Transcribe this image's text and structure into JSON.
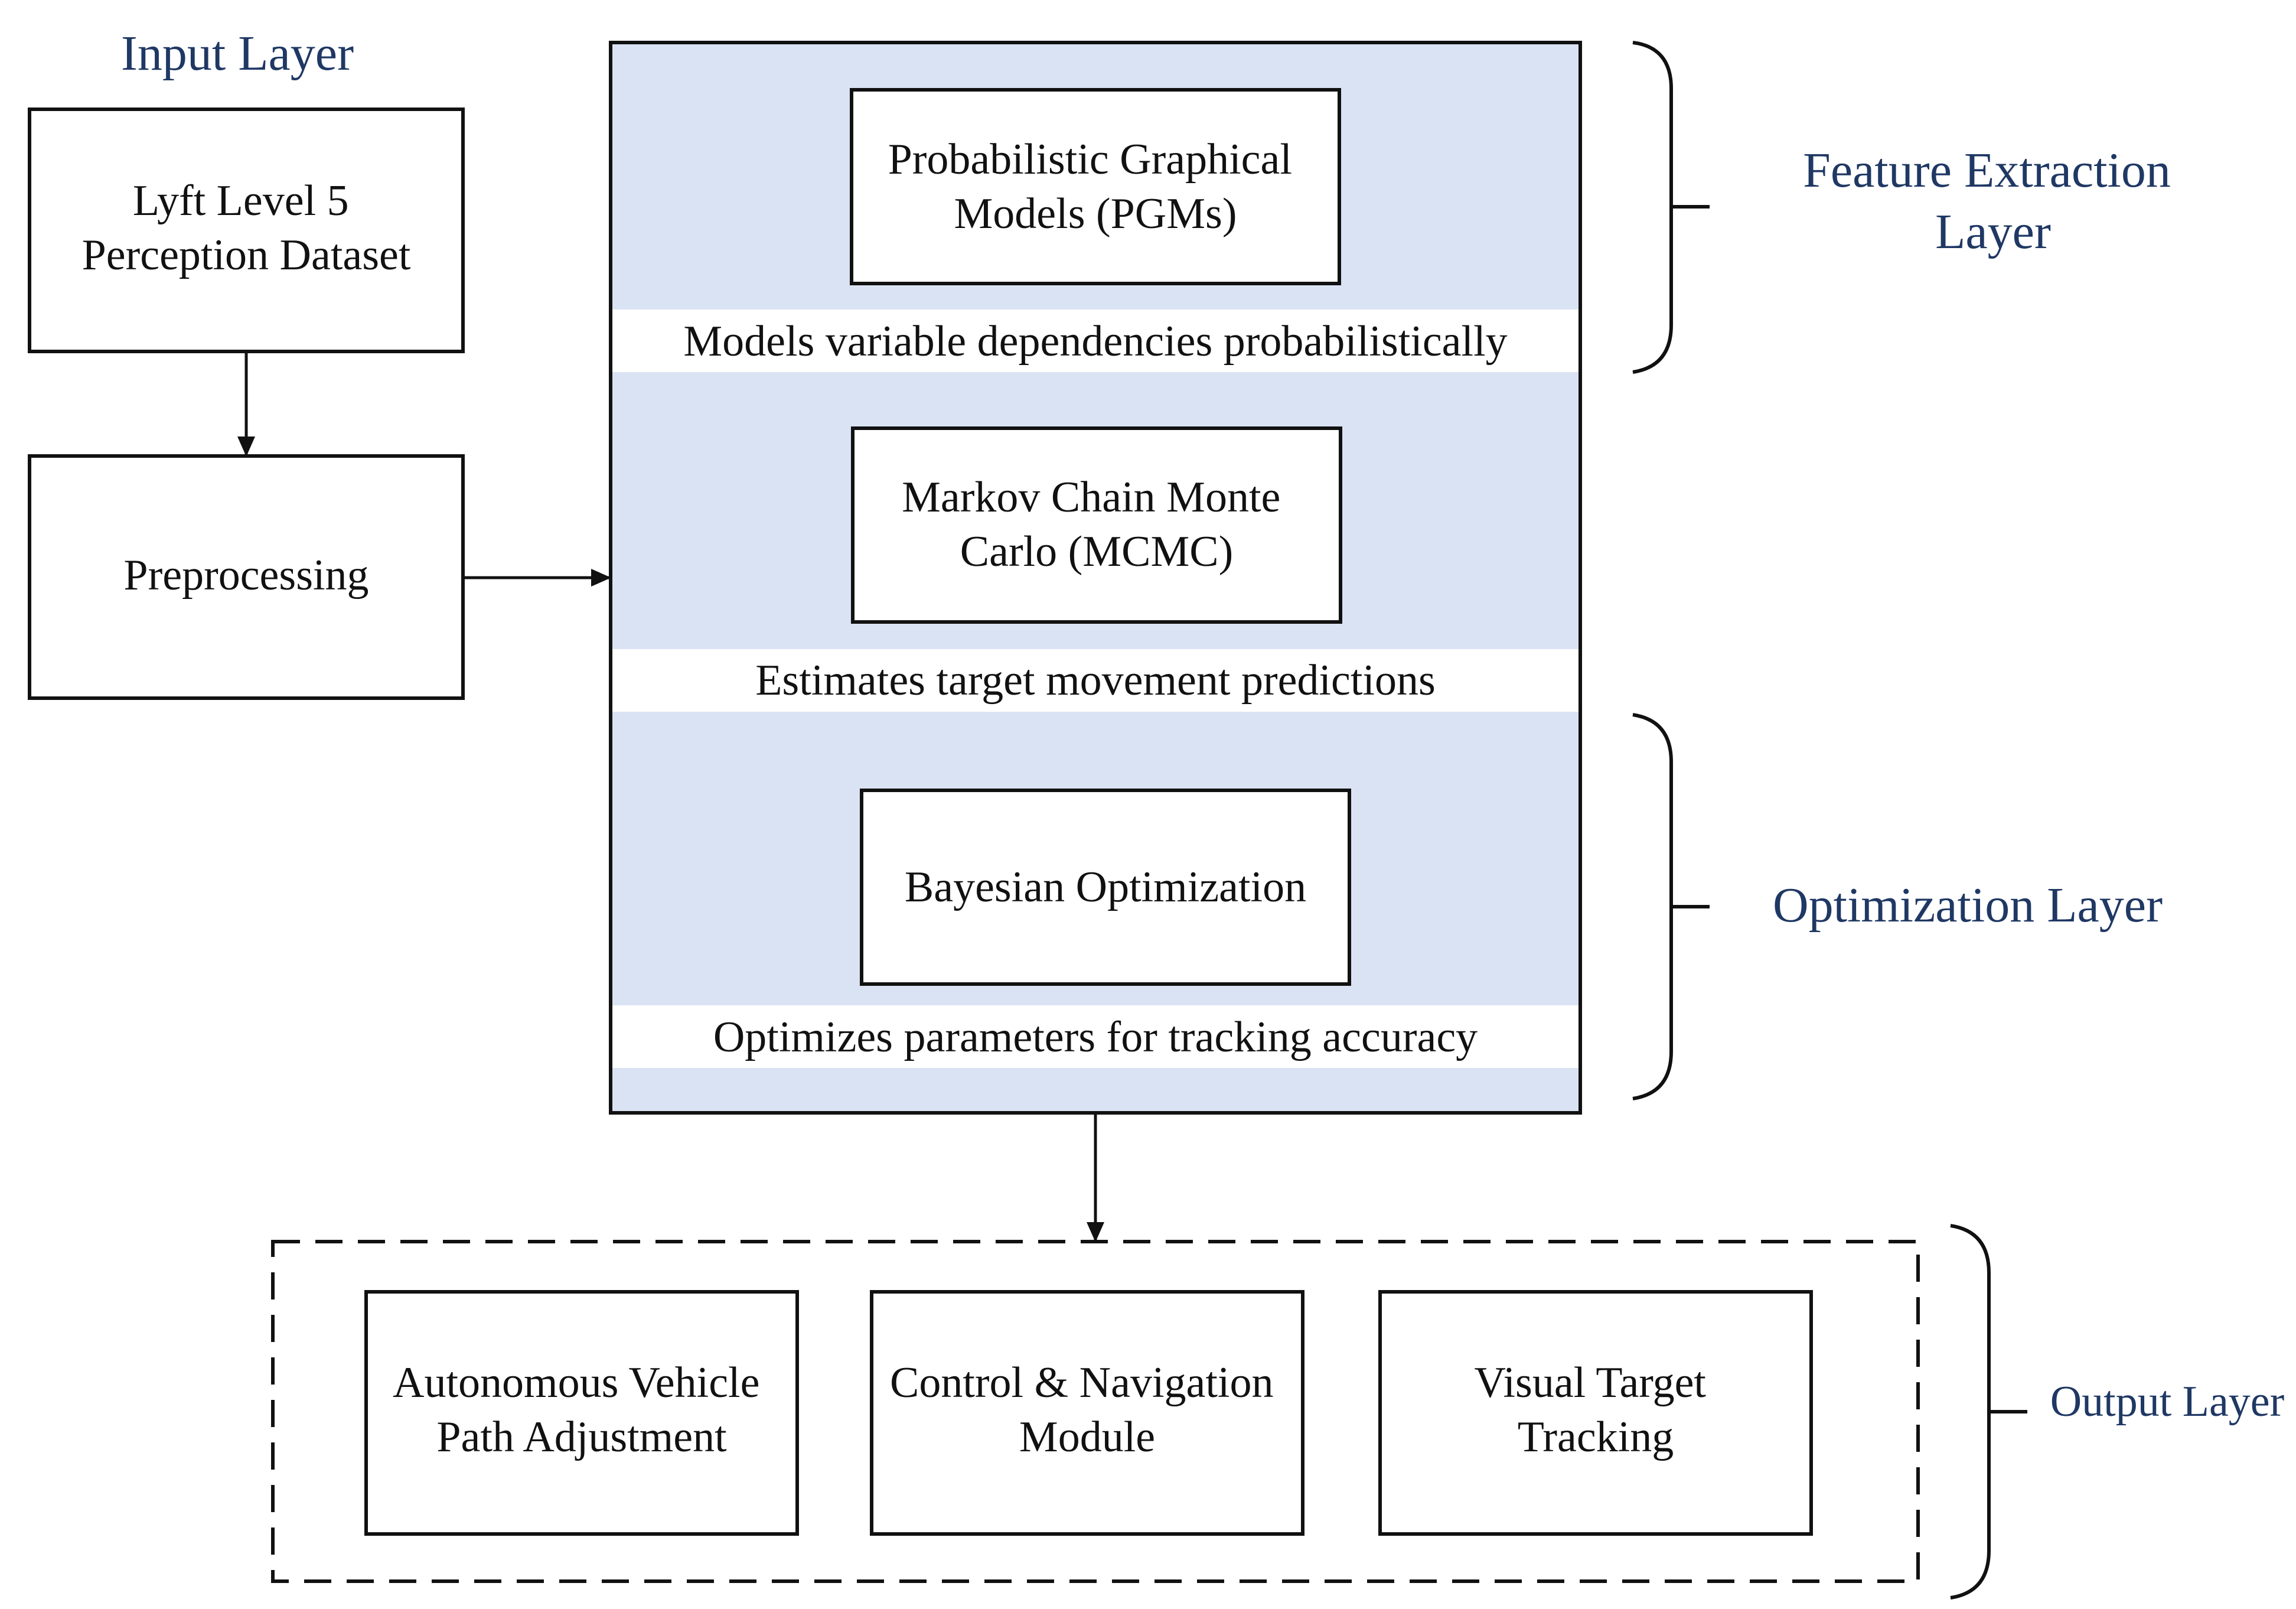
{
  "colors": {
    "panel_fill": "#dae3f3",
    "band_fill": "#ffffff",
    "layer_label": "#1f3864",
    "stroke": "#111111"
  },
  "layers": {
    "input": "Input Layer",
    "feature_extraction": [
      "Feature Extraction",
      "Layer"
    ],
    "optimization": "Optimization Layer",
    "output": "Output Layer"
  },
  "input_nodes": {
    "dataset": [
      "Lyft Level 5",
      "Perception Dataset"
    ],
    "preprocessing": [
      "Preprocessing"
    ]
  },
  "core_modules": {
    "pgm": {
      "title": [
        "Probabilistic Graphical",
        "Models (PGMs)"
      ],
      "description": "Models variable dependencies probabilistically"
    },
    "mcmc": {
      "title": [
        "Markov Chain Monte",
        "Carlo (MCMC)"
      ],
      "description": "Estimates target movement predictions"
    },
    "bayesian": {
      "title": [
        "Bayesian Optimization"
      ],
      "description": "Optimizes parameters for tracking accuracy"
    }
  },
  "output_nodes": [
    [
      "Autonomous Vehicle",
      "Path Adjustment"
    ],
    [
      "Control & Navigation",
      "Module"
    ],
    [
      "Visual Target",
      "Tracking"
    ]
  ]
}
